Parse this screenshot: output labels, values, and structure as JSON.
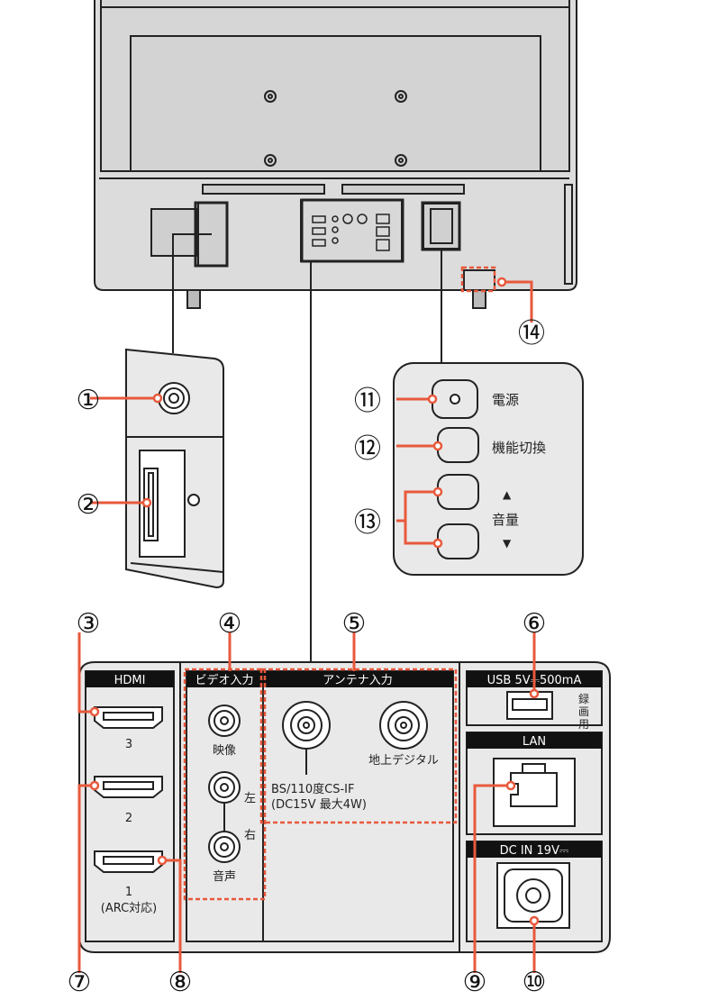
{
  "callouts": [
    "①",
    "②",
    "③",
    "④",
    "⑤",
    "⑥",
    "⑦",
    "⑧",
    "⑨",
    "⑩",
    "⑪",
    "⑫",
    "⑬",
    "⑭"
  ],
  "side_panel": {
    "buttons": {
      "power": "電源",
      "function": "機能切換",
      "vol_up": "▲",
      "volume": "音量",
      "vol_down": "▼"
    }
  },
  "terminal_panel": {
    "hdmi": {
      "header": "HDMI",
      "ports": [
        "3",
        "2",
        "1"
      ],
      "arc_note": "(ARC対応)"
    },
    "video_input": {
      "header": "ビデオ入力",
      "video": "映像",
      "left": "左",
      "right": "右",
      "audio": "音声"
    },
    "antenna": {
      "header": "アンテナ入力",
      "bs_label_1": "BS/110度CS-IF",
      "bs_label_2": "(DC15V  最大4W)",
      "terrestrial": "地上デジタル"
    },
    "usb": {
      "header": "USB  5V⎓500mA",
      "recording": [
        "録",
        "画",
        "用"
      ]
    },
    "lan": {
      "header": "LAN"
    },
    "dc_in": {
      "header": "DC IN   19V⎓"
    }
  },
  "colors": {
    "highlight": "#e8593c",
    "line": "#222222",
    "panel_fill": "#e9e9e9",
    "tv_fill": "#dcdcdc"
  }
}
